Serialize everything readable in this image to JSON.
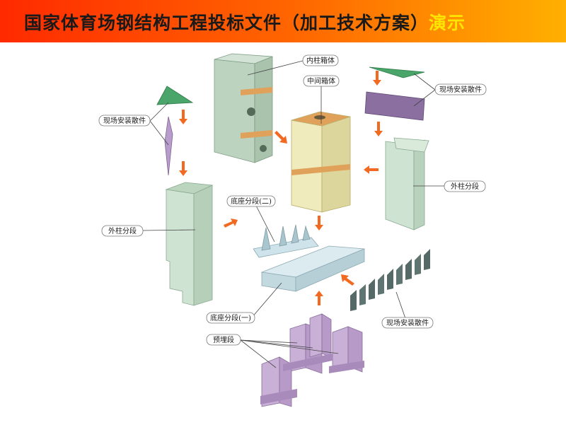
{
  "header": {
    "title": "国家体育场钢结构工程投标文件（加工技术方案）",
    "title_emphasis": "演示",
    "background_colors": [
      "#ff2a00",
      "#ff6a00",
      "#ffb000"
    ]
  },
  "labels": {
    "inner_column_box": "内柱箱体",
    "middle_box": "中间箱体",
    "field_parts_top_right": "现场安装散件",
    "field_parts_left": "现场安装散件",
    "outer_column_right": "外柱分段",
    "outer_column_left": "外柱分段",
    "base_segment_two": "底座分段(二)",
    "base_segment_one": "底座分段(一)",
    "field_parts_bottom_right": "现场安装散件",
    "embedded_segment": "预埋段"
  },
  "colors": {
    "arrow": "#f26a21",
    "inner_column": "#bcd4bf",
    "middle_box": "#e8e2a8",
    "outer_column": "#cfe3d2",
    "base_plate": "#cfe3ea",
    "field_parts_green": "#4aa56a",
    "field_parts_purple": "#8a6fa0",
    "embedded": "#b79ac8"
  }
}
